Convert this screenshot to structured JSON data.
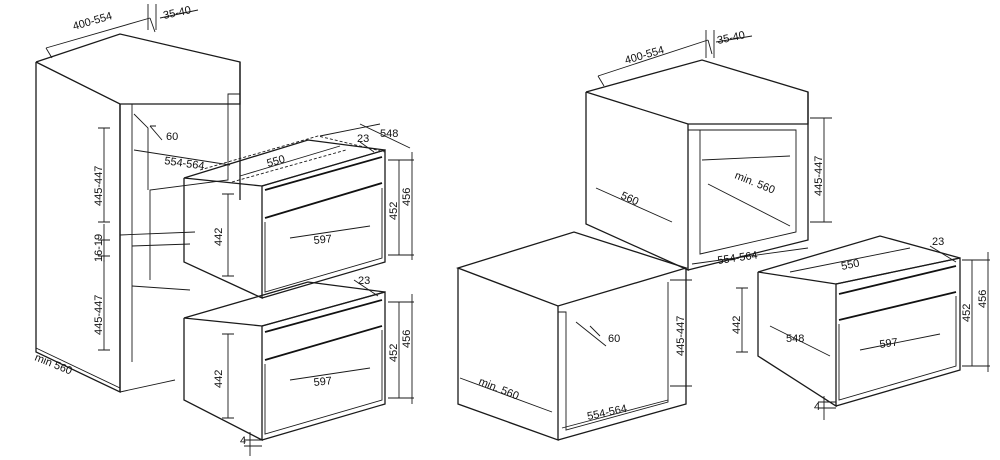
{
  "colors": {
    "line": "#1a1a1a",
    "background": "#ffffff"
  },
  "left": {
    "width_top": "400-554",
    "depth_top": "35-40",
    "vent": "60",
    "niche_width": "554-564",
    "upper_cavity_height": "445-447",
    "gap": "16-19",
    "lower_cavity_height": "445-447",
    "min_depth": "min 560",
    "upper_oven": {
      "depth": "548",
      "inset": "23",
      "width": "550",
      "height_front": "442",
      "height_a": "452",
      "height_b": "456",
      "width_front": "597"
    },
    "lower_oven": {
      "inset": "23",
      "height_front": "442",
      "height_a": "452",
      "height_b": "456",
      "width_front": "597",
      "offset": "4"
    }
  },
  "right": {
    "width_top": "400-554",
    "depth_top": "35-40",
    "cabinet_depth": "560",
    "cavity_min_depth": "min. 560",
    "cavity_height": "445-447",
    "cavity_width": "554-564",
    "base_min_depth": "min. 560",
    "base_vent": "60",
    "base_cavity_height": "445-447",
    "base_cavity_width": "554-564",
    "oven": {
      "width": "550",
      "inset": "23",
      "height_front": "442",
      "height_a": "452",
      "height_b": "456",
      "depth": "548",
      "width_front": "597",
      "offset": "4"
    }
  }
}
